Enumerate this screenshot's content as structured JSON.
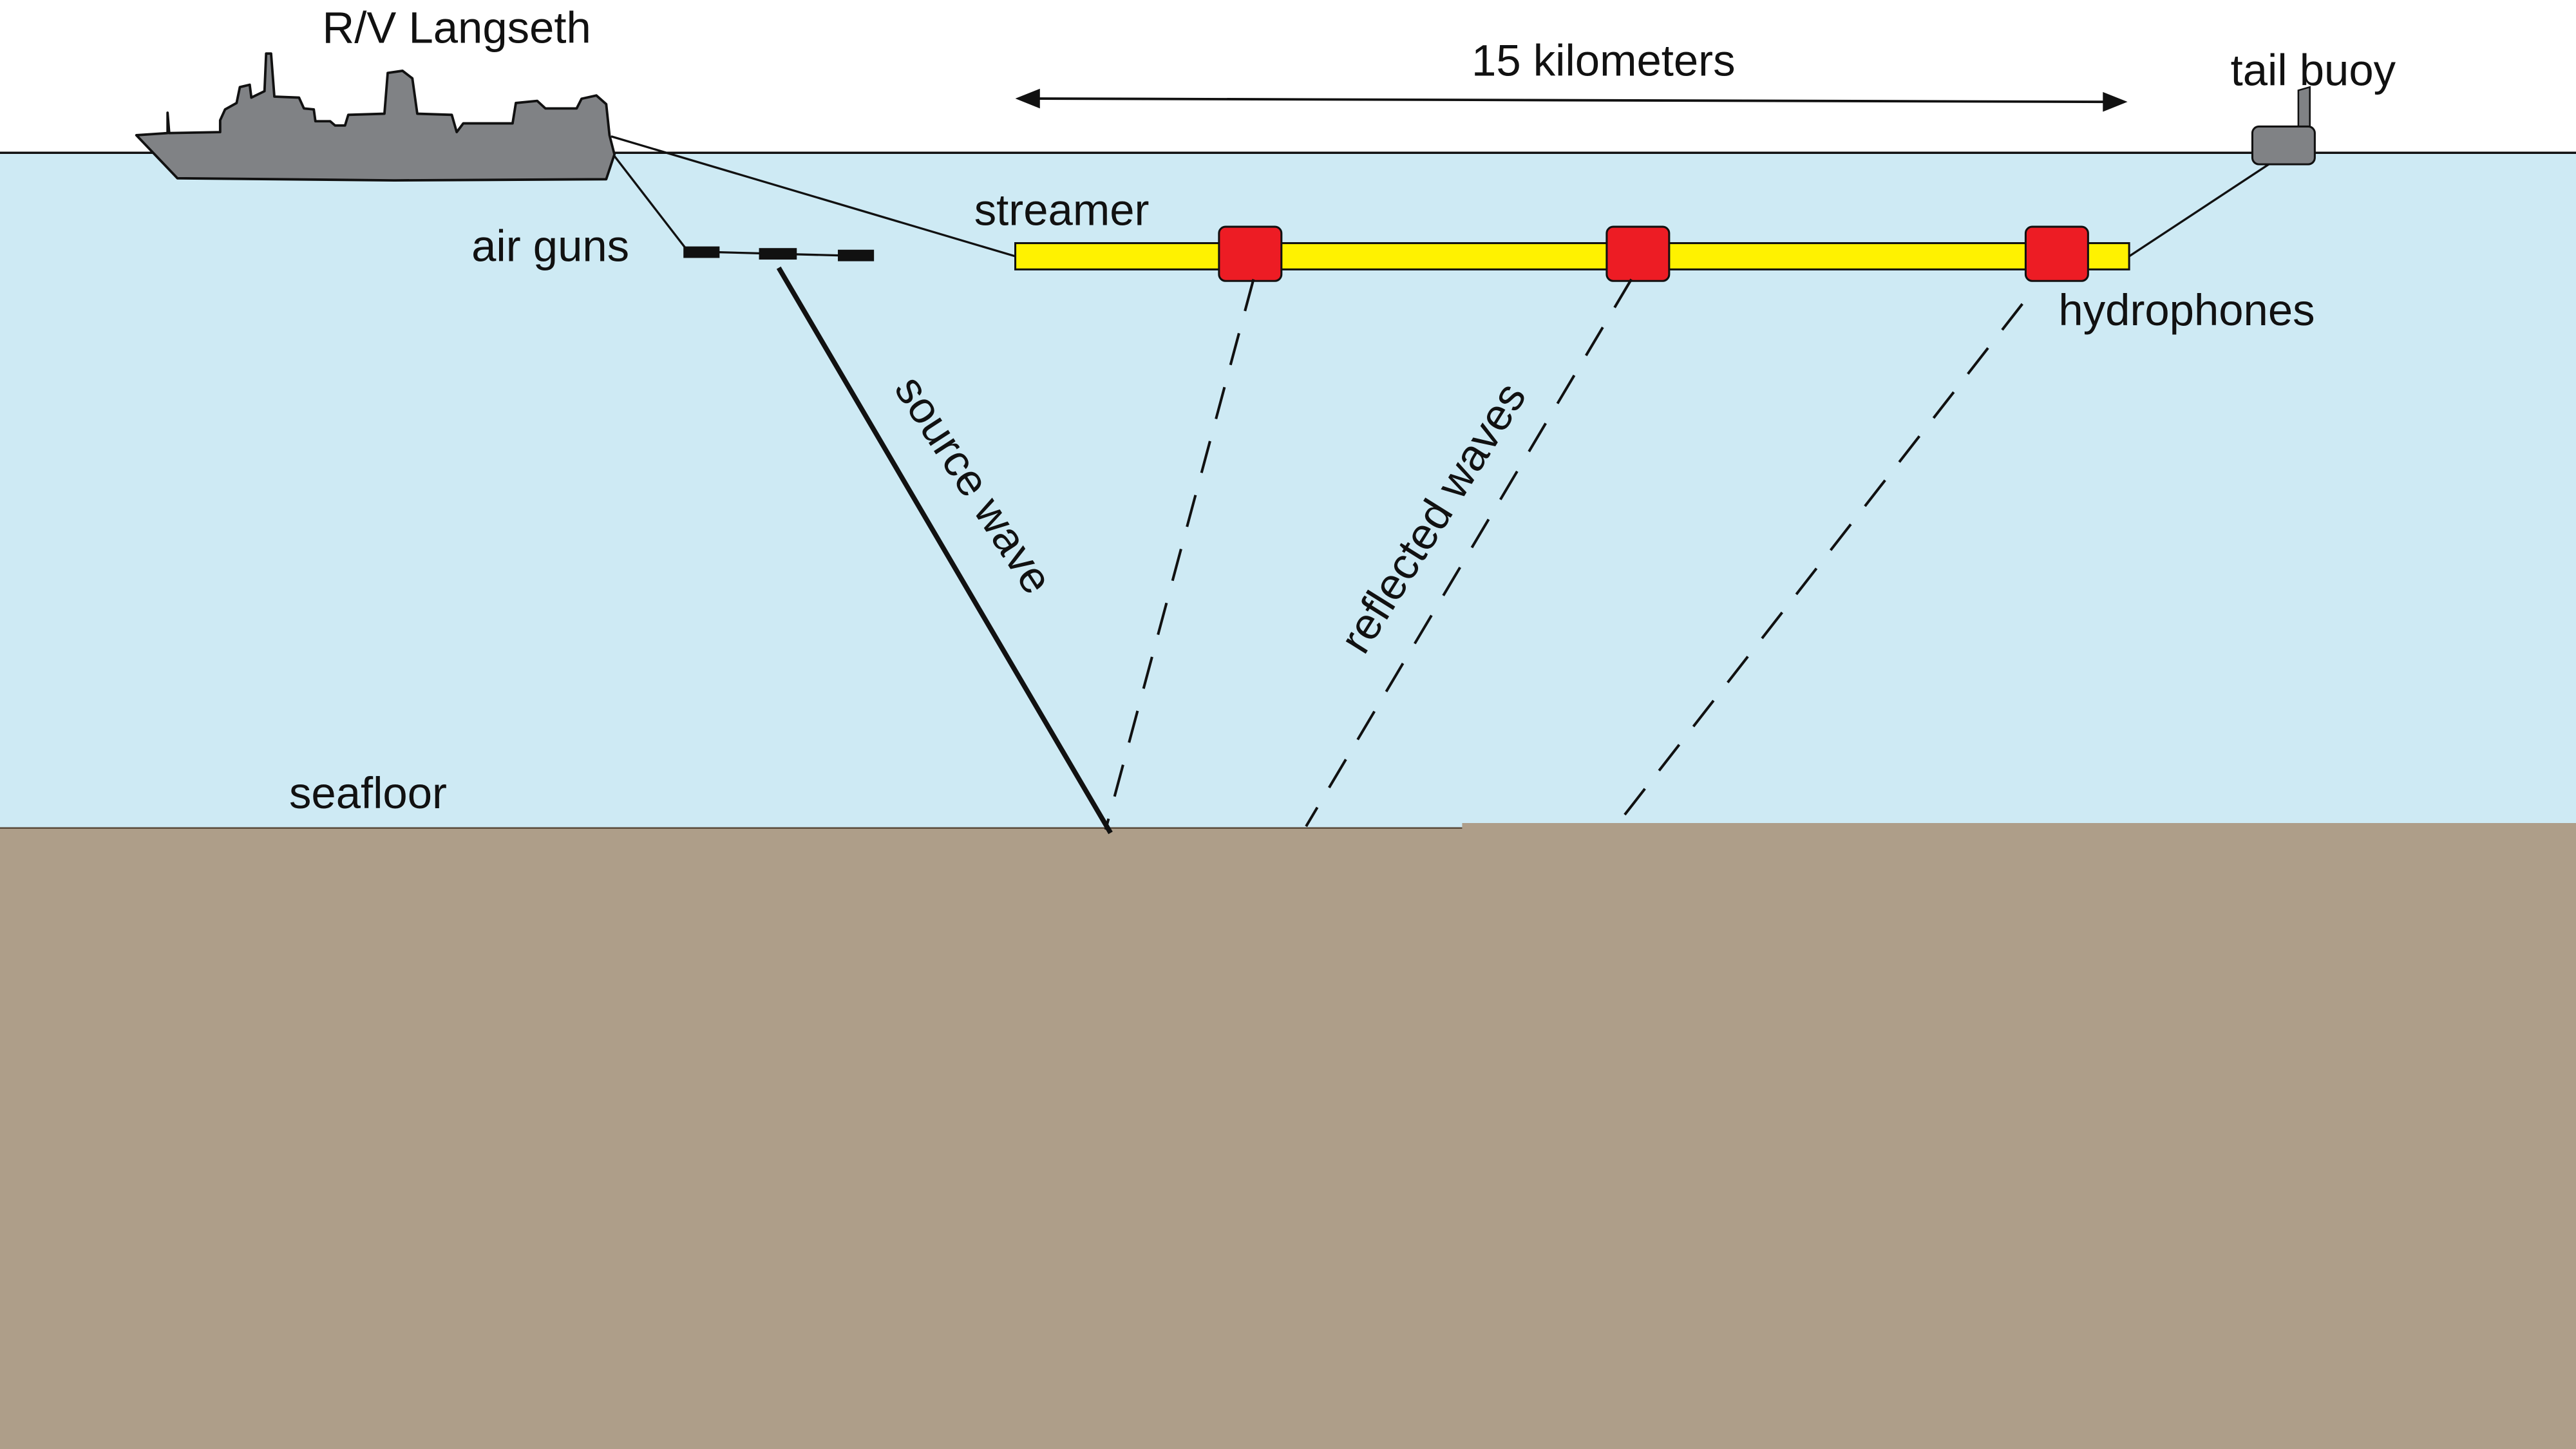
{
  "labels": {
    "vessel": "R/V Langseth",
    "distance": "15 kilometers",
    "tail_buoy": "tail buoy",
    "streamer": "streamer",
    "air_guns": "air guns",
    "hydrophones": "hydrophones",
    "source_wave": "source wave",
    "reflected_waves": "reflected waves",
    "seafloor": "seafloor"
  },
  "colors": {
    "water": "#CEEAF4",
    "seafloor": "#AE9E89",
    "ship": "#808285",
    "streamer": "#FFF200",
    "hydrophone": "#ED1C24"
  }
}
